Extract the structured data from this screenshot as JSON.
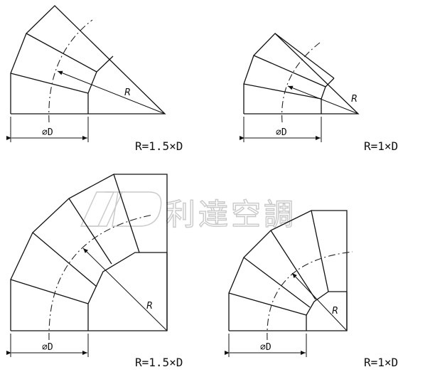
{
  "figures": [
    {
      "ratio_label": "R=1.5×D",
      "radius_label": "R",
      "diameter_label": "⌀D"
    },
    {
      "ratio_label": "R=1×D",
      "radius_label": "R",
      "diameter_label": "⌀D"
    },
    {
      "ratio_label": "R=1.5×D",
      "radius_label": "R",
      "diameter_label": "⌀D"
    },
    {
      "ratio_label": "R=1×D",
      "radius_label": "R",
      "diameter_label": "⌀D"
    }
  ],
  "watermark": {
    "text": "利達空調"
  }
}
